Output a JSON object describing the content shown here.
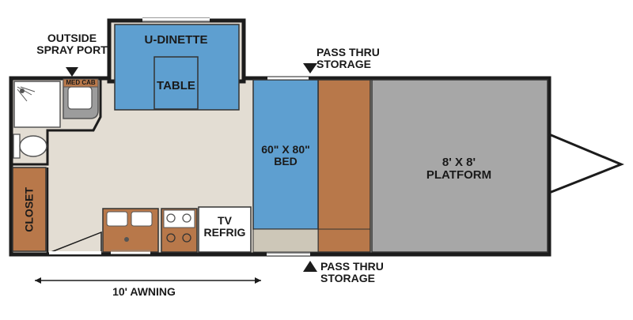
{
  "floorplan": {
    "labels": {
      "outside_spray_port": [
        "OUTSIDE",
        "SPRAY PORT"
      ],
      "u_dinette": "U-DINETTE",
      "table": "TABLE",
      "med_cab": "MED CAB",
      "pass_thru_storage_top": [
        "PASS THRU",
        "STORAGE"
      ],
      "pass_thru_storage_bottom": [
        "PASS THRU",
        "STORAGE"
      ],
      "bed": [
        "60\" X 80\"",
        "BED"
      ],
      "platform": [
        "8' X 8'",
        "PLATFORM"
      ],
      "closet": "CLOSET",
      "tv_refrig": [
        "TV",
        "REFRIG"
      ],
      "awning": "10' AWNING"
    },
    "colors": {
      "floor": "#e3ddd3",
      "blue": "#5e9fd0",
      "brown": "#b8784a",
      "gray": "#a7a7a7",
      "tan": "#cdc7b8",
      "wall": "#1c1c1c"
    }
  }
}
